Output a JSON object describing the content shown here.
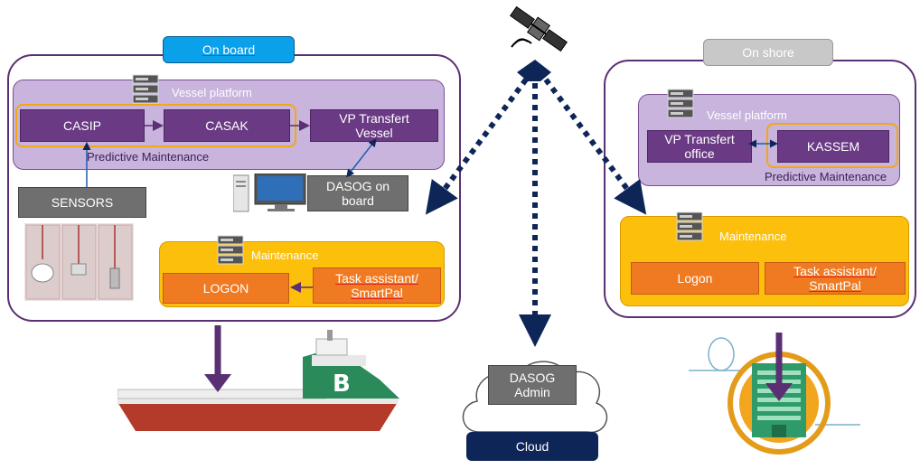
{
  "onboard": {
    "tab": "On board",
    "vessel_platform": "Vessel platform",
    "casip": "CASIP",
    "casak": "CASAK",
    "vp_transfert": "VP Transfert Vessel",
    "predictive": "Predictive Maintenance",
    "sensors": "SENSORS",
    "dasog": "DASOG on board",
    "maintenance": "Maintenance",
    "logon": "LOGON",
    "task": "Task assistant/ SmartPal"
  },
  "onshore": {
    "tab": "On shore",
    "vessel_platform": "Vessel platform",
    "vp_transfert": "VP Transfert office",
    "kassem": "KASSEM",
    "predictive": "Predictive Maintenance",
    "maintenance": "Maintenance",
    "logon": "Logon",
    "task": "Task assistant/ SmartPal"
  },
  "cloud": {
    "admin": "DASOG Admin",
    "label": "Cloud"
  },
  "colors": {
    "purple_frame": "#5a2f73",
    "vessel_platform": "#c8b4dc",
    "purple_box": "#6a3a84",
    "orange_box": "#ef7a22",
    "maintenance_bg": "#fbbf0c",
    "grey_box": "#6f6f6f",
    "navy": "#0e2558",
    "onboard_tab": "#0aa0ea",
    "onshore_tab": "#c8c8c8"
  }
}
